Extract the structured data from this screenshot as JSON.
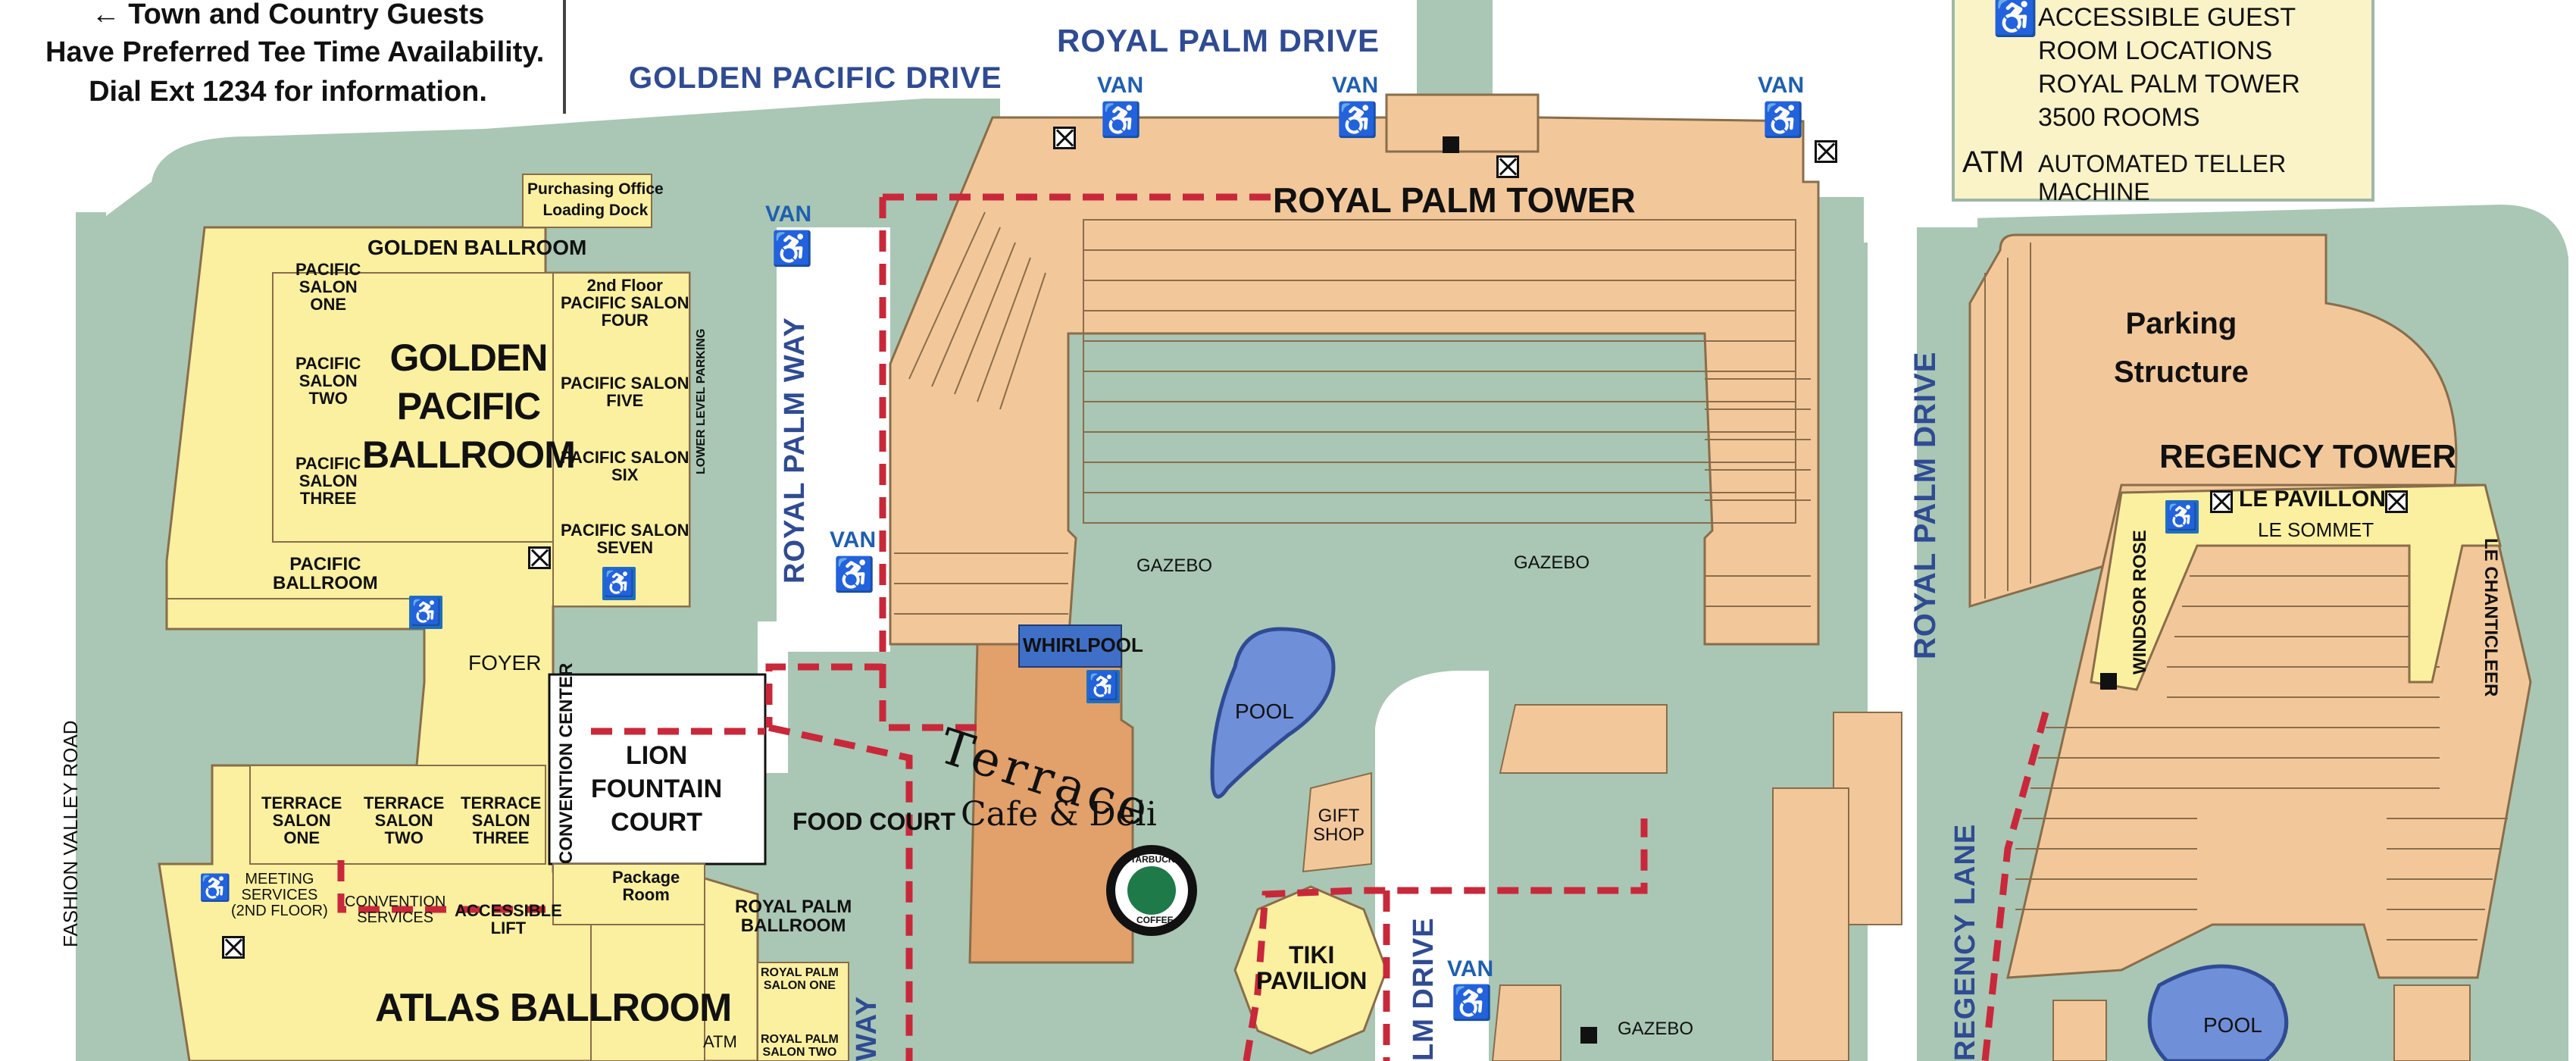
{
  "notice": {
    "line1": "← Town and Country Guests",
    "line2": "Have Preferred Tee Time Availability.",
    "line3": "Dial Ext 1234 for information."
  },
  "legend": {
    "accessible_line1": "ACCESSIBLE GUEST",
    "accessible_line2": "ROOM LOCATIONS",
    "accessible_line3": "ROYAL PALM TOWER",
    "accessible_line4": "3500 ROOMS",
    "atm_symbol": "ATM",
    "atm_label": "AUTOMATED TELLER MACHINE"
  },
  "roads": {
    "golden_pacific_drive": "GOLDEN PACIFIC DRIVE",
    "royal_palm_drive_top": "ROYAL PALM DRIVE",
    "royal_palm_way_vertical": "ROYAL PALM WAY",
    "royal_palm_drive_right": "ROYAL PALM DRIVE",
    "fashion_valley_road": "FASHION VALLEY ROAD",
    "regency_lane": "REGENCY LANE",
    "lm_drive": "LM DRIVE",
    "way_fragment": "WAY"
  },
  "van_label": "VAN",
  "buildings": {
    "royal_palm_tower": "ROYAL PALM TOWER",
    "parking_structure": "Parking\nStructure",
    "regency_tower": "REGENCY TOWER",
    "le_pavillon": "LE PAVILLON",
    "le_sommet": "LE SOMMET",
    "windsor_rose": "WINDSOR ROSE",
    "le_chanticleer": "LE CHANTICLEER",
    "gazebo_left": "GAZEBO",
    "gazebo_right": "GAZEBO",
    "gazebo_bottom": "GAZEBO",
    "whirlpool": "WHIRLPOOL",
    "pool": "POOL",
    "pool_right": "POOL",
    "gift_shop": "GIFT\nSHOP",
    "tiki_pavilion": "TIKI\nPAVILION",
    "terrace": "Terrace",
    "cafe_deli": "Cafe & Deli",
    "starbucks_top": "STARBUCKS",
    "starbucks_bottom": "COFFEE",
    "food_court": "FOOD COURT",
    "lion_fountain_court": "LION\nFOUNTAIN\nCOURT",
    "convention_center": "CONVENTION CENTER",
    "purchasing_office": "Purchasing Office\nLoading Dock",
    "golden_ballroom": "GOLDEN BALLROOM",
    "golden_pacific_ballroom": "GOLDEN\nPACIFIC\nBALLROOM",
    "pacific_salon_one": "PACIFIC\nSALON\nONE",
    "pacific_salon_two": "PACIFIC\nSALON\nTWO",
    "pacific_salon_three": "PACIFIC\nSALON\nTHREE",
    "pacific_salon_four": "2nd Floor\nPACIFIC SALON\nFOUR",
    "pacific_salon_five": "PACIFIC SALON\nFIVE",
    "pacific_salon_six": "PACIFIC SALON\nSIX",
    "pacific_salon_seven": "PACIFIC SALON\nSEVEN",
    "pacific_ballroom": "PACIFIC\nBALLROOM",
    "lower_level_parking": "LOWER LEVEL PARKING",
    "foyer": "FOYER",
    "terrace_salon_one": "TERRACE\nSALON\nONE",
    "terrace_salon_two": "TERRACE\nSALON\nTWO",
    "terrace_salon_three": "TERRACE\nSALON\nTHREE",
    "meeting_services": "MEETING\nSERVICES\n(2ND FLOOR)",
    "convention_services": "CONVENTION\nSERVICES",
    "accessible_lift": "ACCESSIBLE\nLIFT",
    "package_room": "Package\nRoom",
    "atlas_ballroom": "ATLAS BALLROOM",
    "royal_palm_ballroom": "ROYAL PALM\nBALLROOM",
    "royal_palm_salon_one": "ROYAL PALM\nSALON ONE",
    "royal_palm_salon_two": "ROYAL PALM\nSALON TWO",
    "atm_small": "ATM"
  },
  "colors": {
    "grass": "#a9c7b4",
    "road": "#ffffff",
    "tower": "#f2c89b",
    "ballroom": "#faf0a0",
    "terrace": "#e2a06a",
    "water": "#6f8fd8",
    "route": "#c9283a",
    "accessible": "#1f6fc0"
  }
}
